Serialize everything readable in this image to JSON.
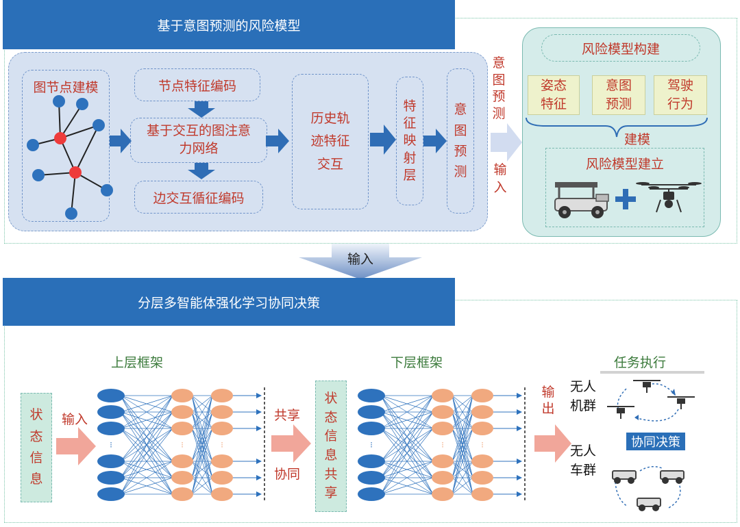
{
  "top": {
    "banner_title": "基于意图预测的风险模型",
    "graph_title": "图节点建模",
    "node_feature": "节点特征编码",
    "gat": "基于交互的图注意力网络",
    "edge_feature": "边交互循征编码",
    "history": "历史轨迹特征交互",
    "mapping_layer": "特征映射层",
    "intent_pred": "意图预测",
    "side_top": "意图预测",
    "side_bottom": "输入",
    "risk_build_title": "风险模型构建",
    "features": [
      "姿态特征",
      "意图预测",
      "驾驶行为"
    ],
    "modeling": "建模",
    "risk_establish": "风险模型建立"
  },
  "connector": {
    "label": "输入"
  },
  "bottom": {
    "banner_title": "分层多智能体强化学习协同决策",
    "upper_framework": "上层框架",
    "lower_framework": "下层框架",
    "task_exec": "任务执行",
    "state_info": "状态信息",
    "input": "输入",
    "share": "共享",
    "collab": "协同",
    "state_share": "状态信息共享",
    "output": "输出",
    "uav_group": "无人机群",
    "ugv_group": "无人车群",
    "coop_decision": "协同决策"
  },
  "colors": {
    "banner": "#2a6fb8",
    "text_red": "#c0392b",
    "panel_top": "#d6e1f1",
    "panel_risk": "#d5ecea",
    "arrow_blue": "#2f6db5",
    "arrow_pink": "#f1a69a",
    "node_blue": "#2e72bd",
    "node_orange": "#f1a97f",
    "state_box": "#cdeadf"
  }
}
